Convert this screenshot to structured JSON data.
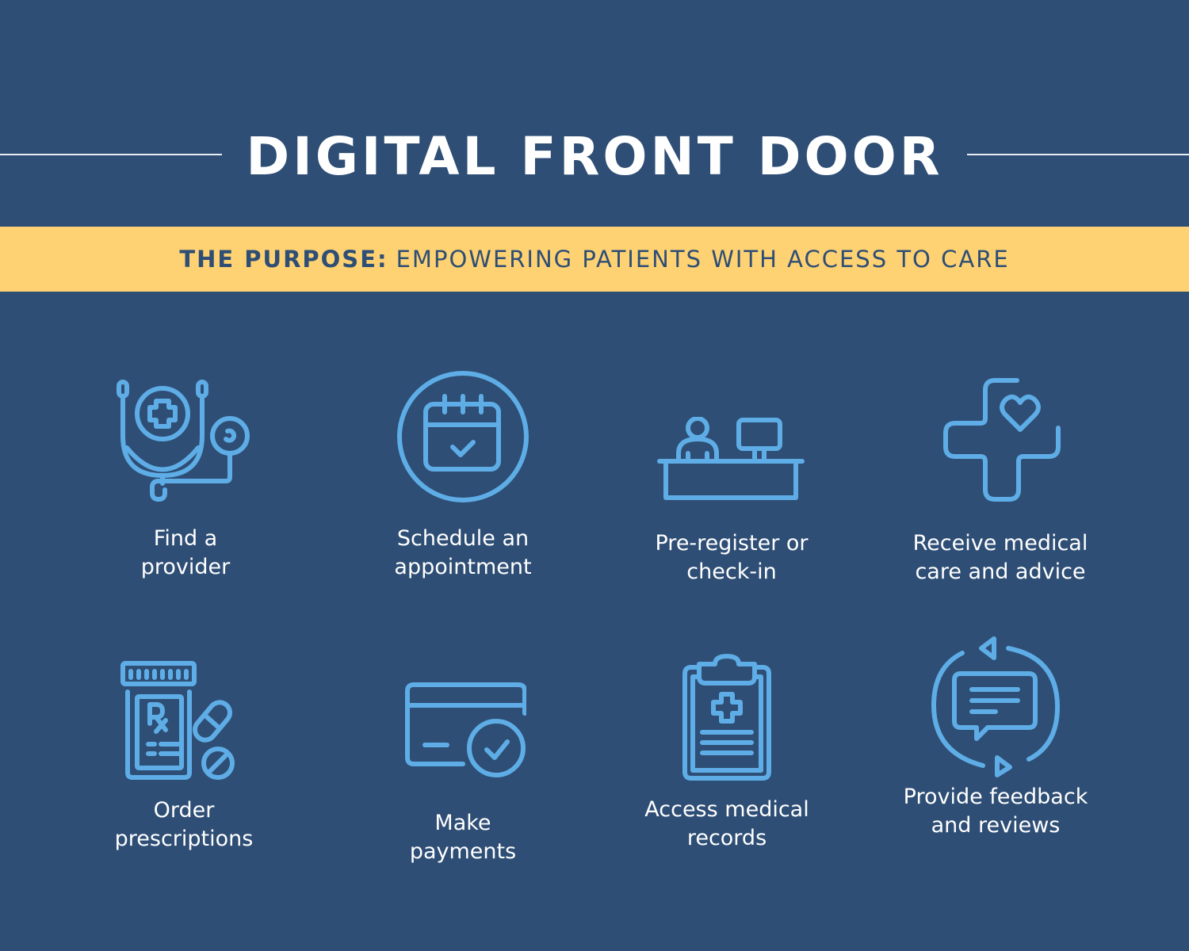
{
  "header": {
    "title": "DIGITAL FRONT DOOR"
  },
  "banner": {
    "label_bold": "THE PURPOSE:",
    "label_text": "EMPOWERING PATIENTS WITH ACCESS TO CARE"
  },
  "colors": {
    "background": "#2e4e75",
    "banner": "#fed272",
    "icon": "#5eade6",
    "text": "#ffffff"
  },
  "items": [
    {
      "icon": "stethoscope-icon",
      "label": "Find a\nprovider"
    },
    {
      "icon": "calendar-check-icon",
      "label": "Schedule an\nappointment"
    },
    {
      "icon": "reception-desk-icon",
      "label": "Pre-register or\ncheck-in"
    },
    {
      "icon": "medical-cross-heart-icon",
      "label": "Receive medical\ncare and advice"
    },
    {
      "icon": "prescription-bottle-icon",
      "label": "Order\nprescriptions"
    },
    {
      "icon": "card-payment-check-icon",
      "label": "Make\npayments"
    },
    {
      "icon": "medical-clipboard-icon",
      "label": "Access medical\nrecords"
    },
    {
      "icon": "feedback-chat-cycle-icon",
      "label": "Provide feedback\nand reviews"
    }
  ]
}
